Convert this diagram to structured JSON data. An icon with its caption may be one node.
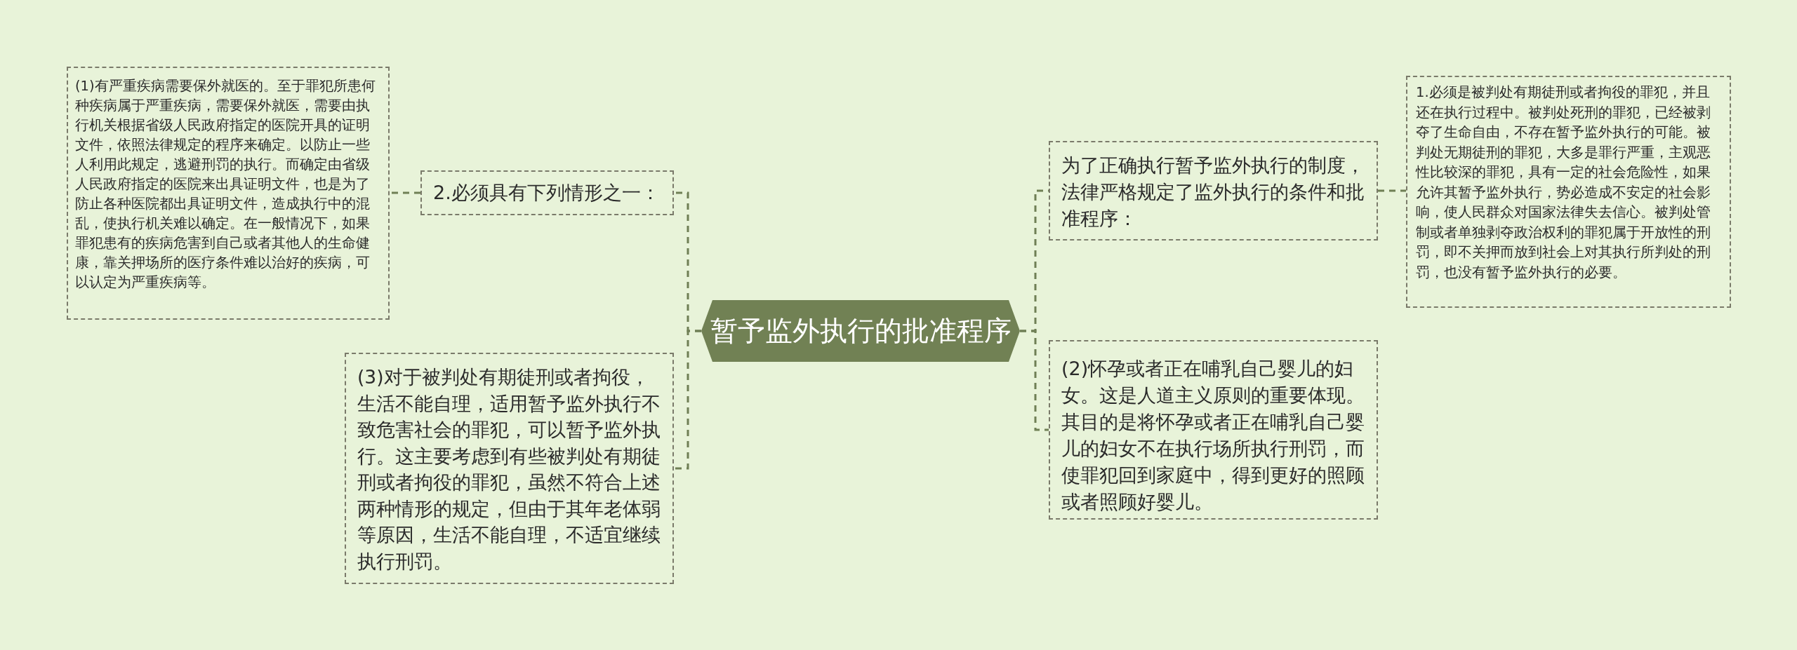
{
  "diagram": {
    "nodes": [
      {
        "text": [
          "暂予监外执行的批准程序"
        ]
      },
      {
        "text": [
          "2.必须具有下列情形之一："
        ]
      },
      {
        "text": [
          "(1)有严重疾病需要保外就医的。至于罪犯所患何种疾病属于严重疾病，需要保外就医，需要由执行机关根据省级人民政府指定的医院开具的证明文件，依照法律规定的程序来确定。以防止一些人利用此规定，逃避刑罚的执行。而确定由省级人民政府指定的医院来出具证明文件，也是为了防止各种医院都出具证明文件，造成执行中的混乱，使执行机关难以确定。在一般情况下，如果罪犯患有的疾病危害到自己或者其他人的生命健康，靠关押场所的医疗条件难以治好的疾病，可以认定为严重疾病等。"
        ]
      },
      {
        "text": [
          "(3)对于被判处有期徒刑或者拘役，生活不能自理，适用暂予监外执行不致危害社会的罪犯，可以暂予监外执行。这主要考虑到有些被判处有期徒刑或者拘役的罪犯，虽然不符合上述两种情形的规定，但由于其年老体弱等原因，生活不能自理，不适宜继续执行刑罚。"
        ]
      },
      {
        "text": [
          "为了正确执行暂予监外执行的制度，法律严格规定了监外执行的条件和批准程序："
        ]
      },
      {
        "text": [
          "1.必须是被判处有期徒刑或者拘役的罪犯，并且还在执行过程中。被判处死刑的罪犯，已经被剥夺了生命自由，不存在暂予监外执行的可能。被判处无期徒刑的罪犯，大多是罪行严重，主观恶性比较深的罪犯，具有一定的社会危险性，如果允许其暂予监外执行，势必造成不安定的社会影响，使人民群众对国家法律失去信心。被判处管制或者单独剥夺政治权利的罪犯属于开放性的刑罚，即不关押而放到社会上对其执行所判处的刑罚，也没有暂予监外执行的必要。"
        ]
      },
      {
        "text": [
          "(2)怀孕或者正在哺乳自己婴儿的妇女。这是人道主义原则的重要体现。其目的是将怀孕或者正在哺乳自己婴儿的妇女不在执行场所执行刑罚，而使罪犯回到家庭中，得到更好的照顾或者照顾好婴儿。"
        ]
      }
    ],
    "edges": [
      {
        "from": 0,
        "to": 1,
        "arrow": "none"
      },
      {
        "from": 0,
        "to": 3,
        "arrow": "none"
      },
      {
        "from": 1,
        "to": 2,
        "arrow": "none"
      },
      {
        "from": 0,
        "to": 4,
        "arrow": "none"
      },
      {
        "from": 0,
        "to": 6,
        "arrow": "none"
      },
      {
        "from": 4,
        "to": 5,
        "arrow": "none"
      }
    ]
  }
}
